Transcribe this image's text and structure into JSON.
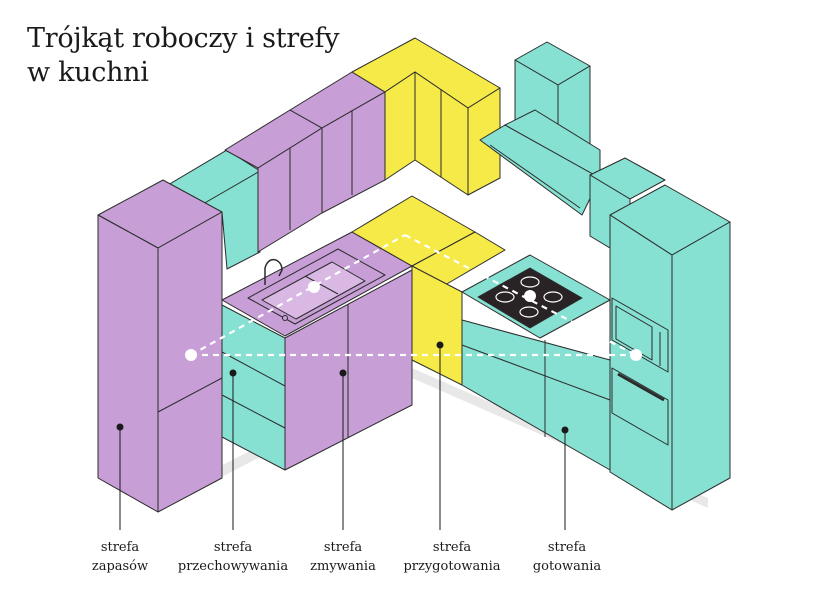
{
  "title": {
    "line1": "Trójkąt roboczy i strefy",
    "line2": "w kuchni"
  },
  "colors": {
    "purple": "#c79ed6",
    "yellow": "#f5ea47",
    "mint": "#86e1d2",
    "counter_top_dark": "#2a2326",
    "outline": "#2c2c2c",
    "triangle": "#ffffff"
  },
  "zones": [
    {
      "id": "zapasow",
      "line1": "strefa",
      "line2": "zapasów"
    },
    {
      "id": "przechowywania",
      "line1": "strefa",
      "line2": "przechowywania"
    },
    {
      "id": "zmywania",
      "line1": "strefa",
      "line2": "zmywania"
    },
    {
      "id": "przygotowania",
      "line1": "strefa",
      "line2": "przygotowania"
    },
    {
      "id": "gotowania",
      "line1": "strefa",
      "line2": "gotowania"
    }
  ],
  "icons": {
    "sink": "sink-icon",
    "faucet": "faucet-icon",
    "hob": "induction-hob-icon",
    "hood": "cooker-hood-icon",
    "oven": "oven-icon",
    "microwave": "microwave-icon"
  }
}
